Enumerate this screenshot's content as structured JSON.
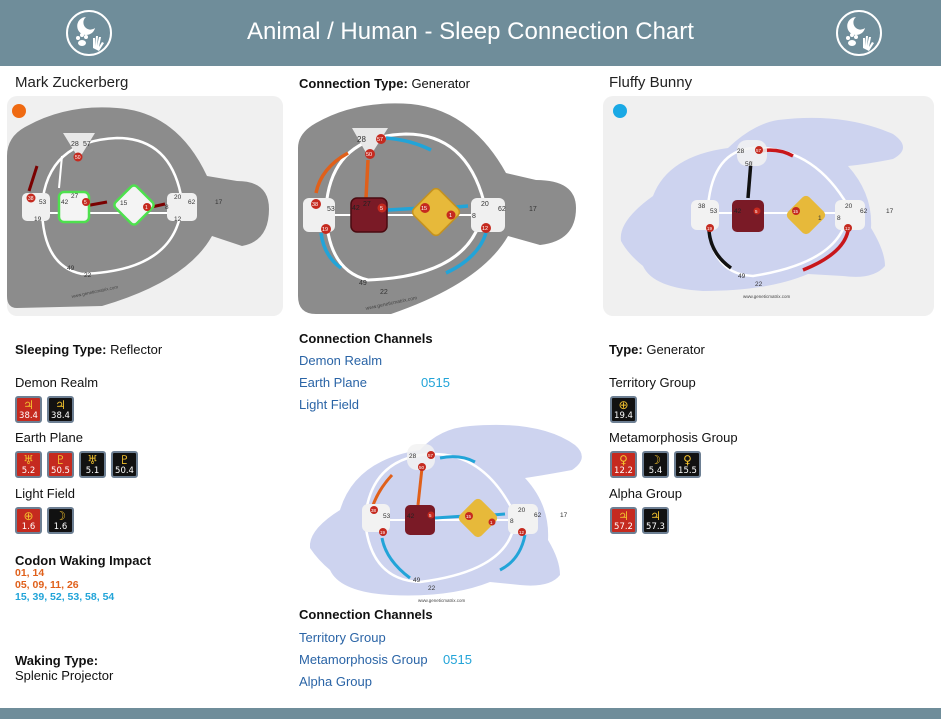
{
  "header": {
    "title": "Animal / Human - Sleep Connection Chart"
  },
  "left": {
    "name": "Mark Zuckerberg",
    "dot_color": "#ef6a12",
    "sleeping_type_label": "Sleeping Type:",
    "sleeping_type_value": "Reflector",
    "groups": [
      {
        "title": "Demon Realm",
        "items": [
          {
            "symbol": "♃",
            "value": "38.4",
            "color": "red"
          },
          {
            "symbol": "♃",
            "value": "38.4",
            "color": "black"
          }
        ]
      },
      {
        "title": "Earth Plane",
        "items": [
          {
            "symbol": "♅",
            "value": "5.2",
            "color": "red"
          },
          {
            "symbol": "♇",
            "value": "50.5",
            "color": "red"
          },
          {
            "symbol": "♅",
            "value": "5.1",
            "color": "black"
          },
          {
            "symbol": "♇",
            "value": "50.4",
            "color": "black"
          }
        ]
      },
      {
        "title": "Light Field",
        "items": [
          {
            "symbol": "⊕",
            "value": "1.6",
            "color": "red"
          },
          {
            "symbol": "☽",
            "value": "1.6",
            "color": "black"
          }
        ]
      }
    ],
    "codon_title": "Codon Waking Impact",
    "codon_lines": [
      "01, 14",
      "05, 09, 11, 26",
      "15, 39, 52, 53, 58, 54"
    ],
    "waking_type_label": "Waking Type:",
    "waking_type_value": "Splenic Projector"
  },
  "middle": {
    "connection_type_label": "Connection Type:",
    "connection_type_value": "Generator",
    "channels_title_1": "Connection Channels",
    "channels_1": [
      "Demon Realm",
      "Earth Plane",
      "Light Field"
    ],
    "channel_code_1": "0515",
    "channels_title_2": "Connection Channels",
    "channels_2": [
      "Territory Group",
      "Metamorphosis Group",
      "Alpha Group"
    ],
    "channel_code_2": "0515"
  },
  "right": {
    "name": "Fluffy Bunny",
    "dot_color": "#1aa9e5",
    "type_label": "Type:",
    "type_value": "Generator",
    "groups": [
      {
        "title": "Territory Group",
        "items": [
          {
            "symbol": "⊕",
            "value": "19.4",
            "color": "black"
          }
        ]
      },
      {
        "title": "Metamorphosis Group",
        "items": [
          {
            "symbol": "♀",
            "value": "12.2",
            "color": "red"
          },
          {
            "symbol": "☽",
            "value": "5.4",
            "color": "black"
          },
          {
            "symbol": "♀",
            "value": "15.5",
            "color": "black"
          }
        ]
      },
      {
        "title": "Alpha Group",
        "items": [
          {
            "symbol": "♃",
            "value": "57.2",
            "color": "red"
          },
          {
            "symbol": "♃",
            "value": "57.3",
            "color": "black"
          }
        ]
      }
    ]
  },
  "chart_labels": {
    "watermark": "www.geneticmatrix.com",
    "n28": "28",
    "n57": "57",
    "n50": "50",
    "n38": "38",
    "n53": "53",
    "n19": "19",
    "n42": "42",
    "n27": "27",
    "n5": "5",
    "n15": "15",
    "n1": "1",
    "n8": "8",
    "n20": "20",
    "n62": "62",
    "n17": "17",
    "n12": "12",
    "n49": "49",
    "n22": "22"
  }
}
